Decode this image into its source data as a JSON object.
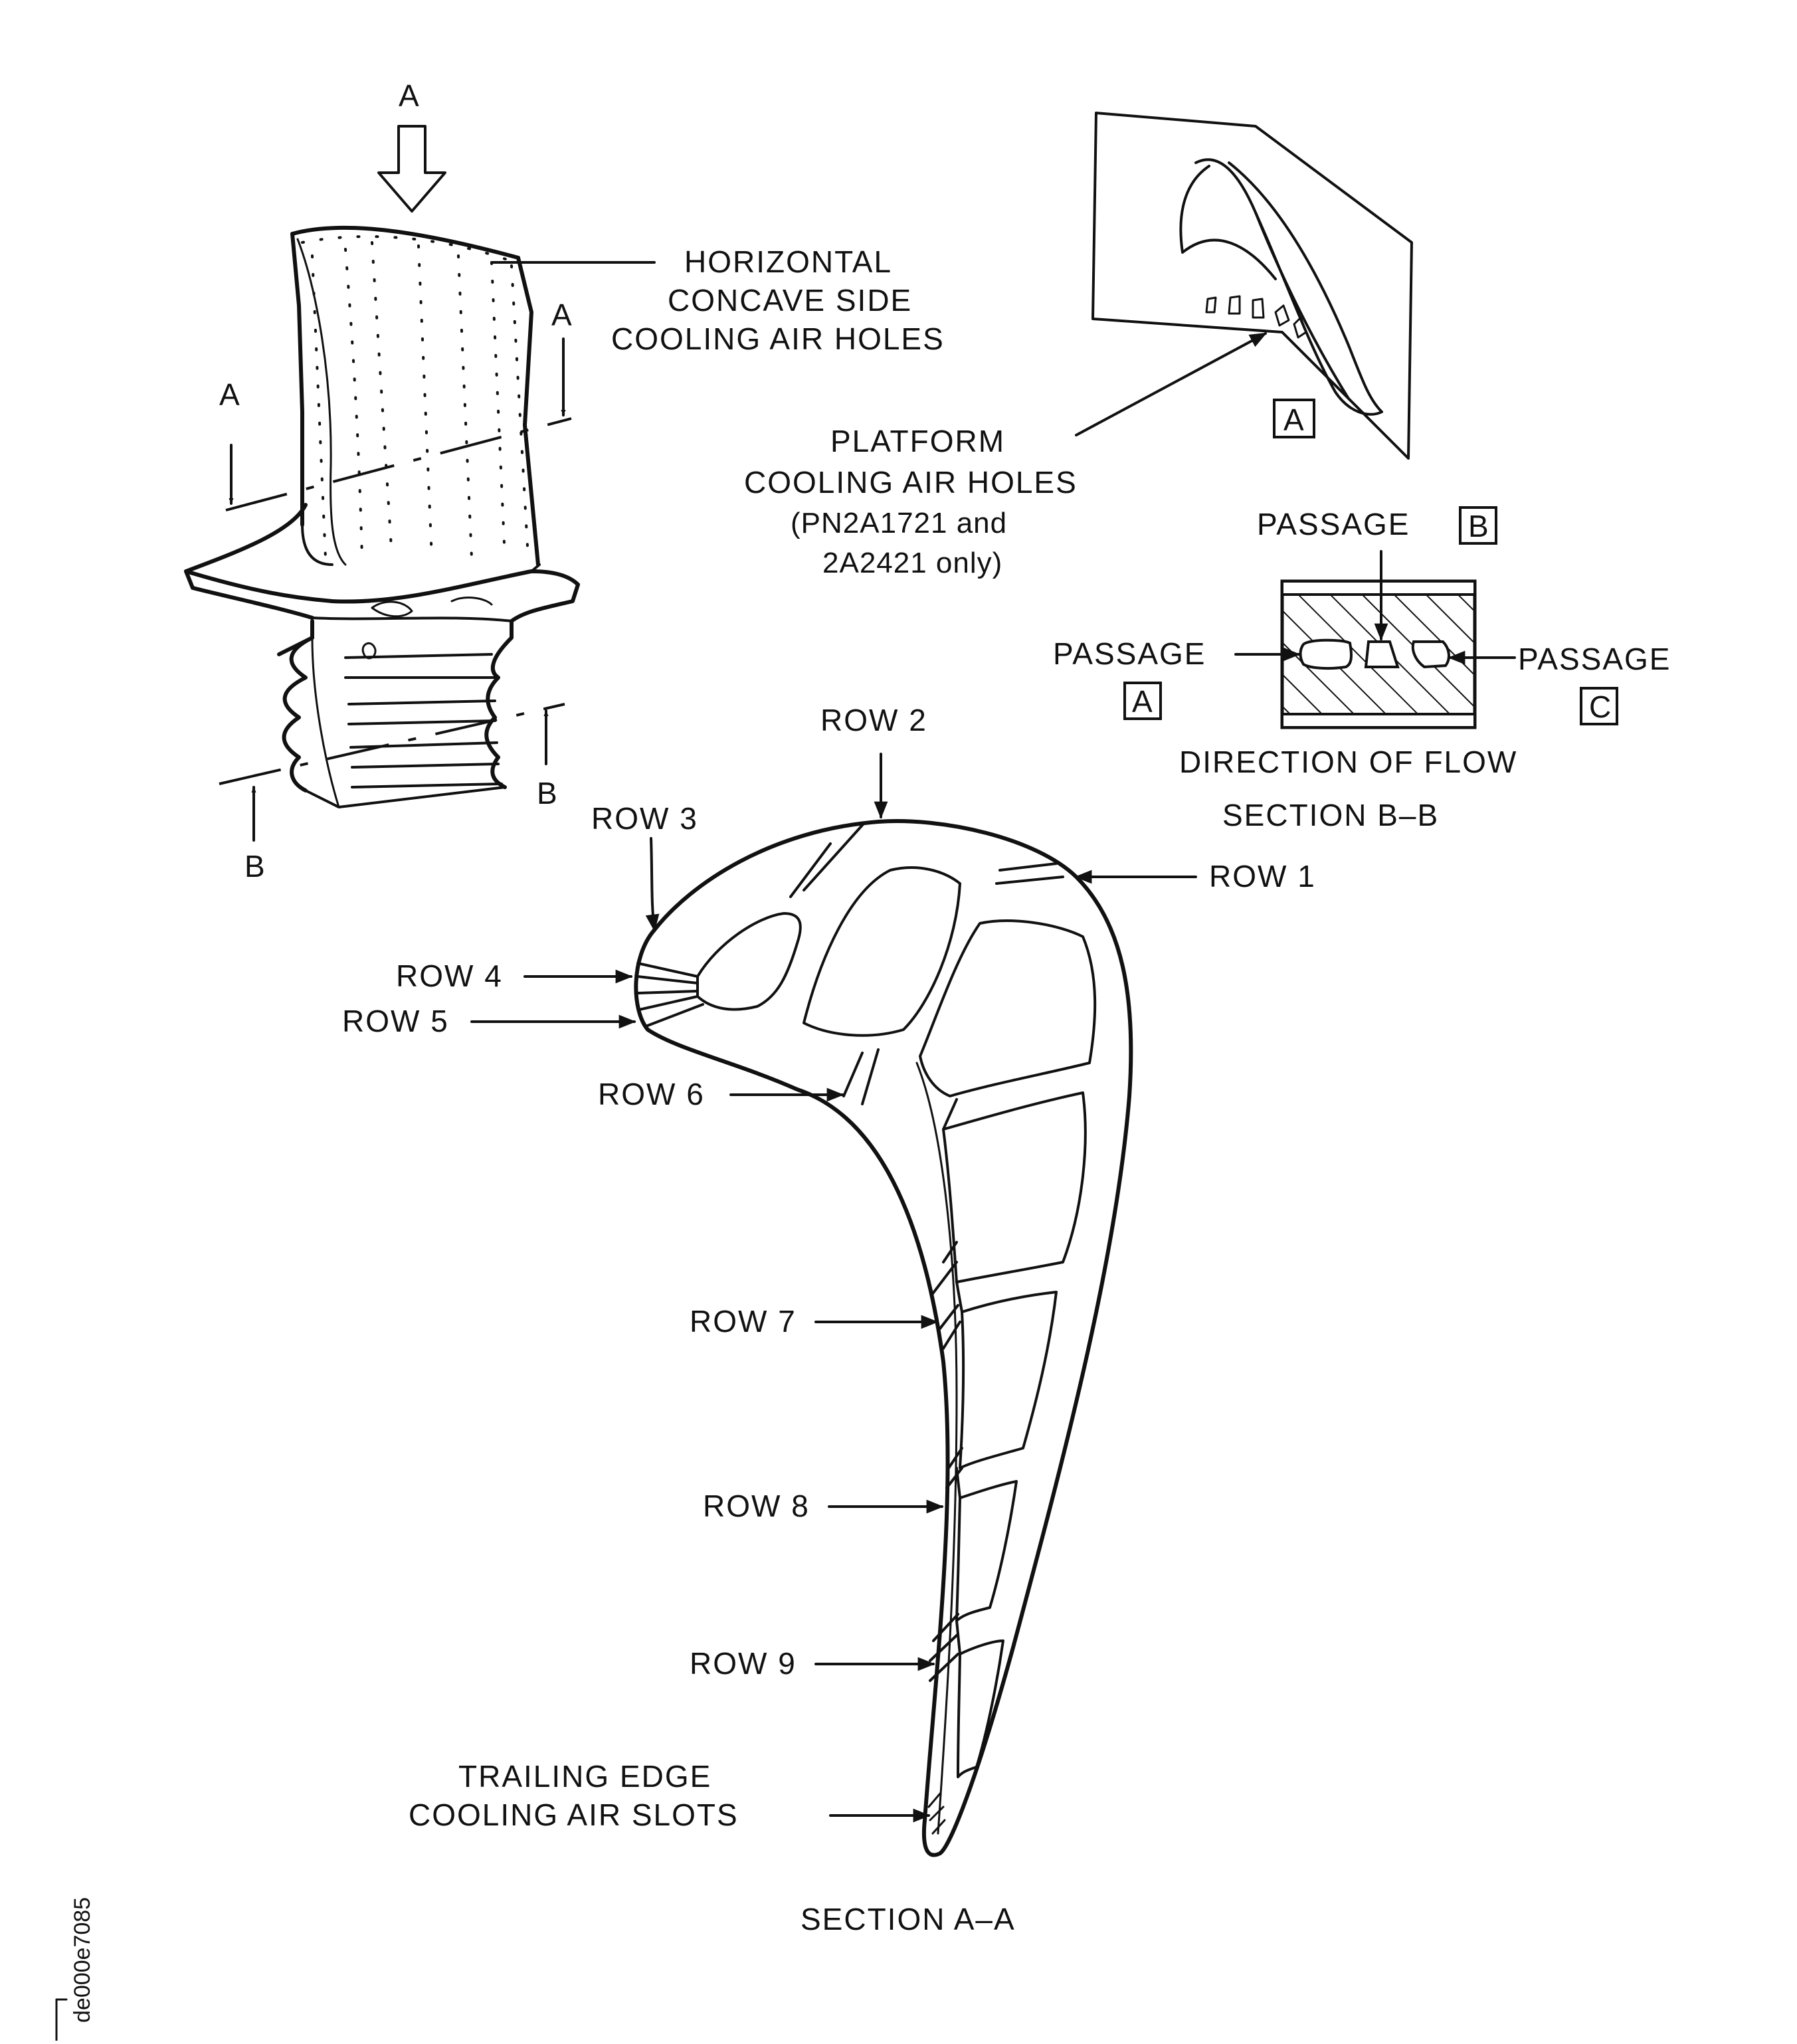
{
  "labels": {
    "top_arrow_a": "A",
    "section_mark_a_left": "A",
    "section_mark_a_right": "A",
    "section_mark_b_left": "B",
    "section_mark_b_right": "B",
    "horizontal_line1": "HORIZONTAL",
    "horizontal_line2": "CONCAVE SIDE",
    "horizontal_line3": "COOLING AIR HOLES",
    "detail_a_box": "A",
    "platform_line1": "PLATFORM",
    "platform_line2": "COOLING AIR HOLES",
    "platform_line3": "(PN2A1721 and",
    "platform_line4": "2A2421 only)",
    "passage_b": "PASSAGE",
    "passage_b_box": "B",
    "passage_a": "PASSAGE",
    "passage_a_box": "A",
    "passage_c": "PASSAGE",
    "passage_c_box": "C",
    "direction_of_flow": "DIRECTION OF FLOW",
    "section_bb": "SECTION  B–B",
    "row1": "ROW 1",
    "row2": "ROW 2",
    "row3": "ROW 3",
    "row4": "ROW 4",
    "row5": "ROW 5",
    "row6": "ROW 6",
    "row7": "ROW 7",
    "row8": "ROW 8",
    "row9": "ROW 9",
    "trailing_line1": "TRAILING EDGE",
    "trailing_line2": "COOLING  AIR  SLOTS",
    "section_aa": "SECTION  A–A",
    "figure_id": "de000e7085"
  }
}
